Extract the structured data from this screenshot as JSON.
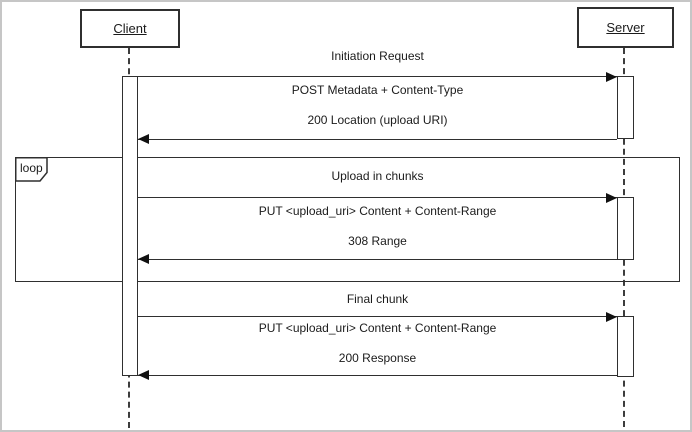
{
  "colors": {
    "background": "#ffffff",
    "line": "#2f2f2f",
    "text": "#1b1b1b",
    "canvas_border": "#c6c6c6"
  },
  "diagram": {
    "type": "uml-sequence-diagram",
    "participants": [
      {
        "name": "Client"
      },
      {
        "name": "Server"
      }
    ],
    "fragment": {
      "operator": "loop"
    },
    "sections": [
      {
        "title": "Initiation Request",
        "request": "POST Metadata + Content-Type",
        "response": "200 Location (upload URI)"
      },
      {
        "title": "Upload in chunks",
        "request": "PUT <upload_uri> Content + Content-Range",
        "response": "308 Range",
        "in_loop": true
      },
      {
        "title": "Final chunk",
        "request": "PUT <upload_uri> Content + Content-Range",
        "response": "200 Response"
      }
    ]
  }
}
